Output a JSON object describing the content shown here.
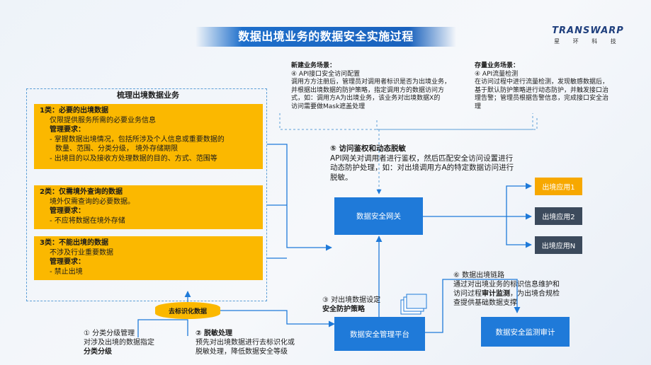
{
  "title": "数据出境业务的数据安全实施过程",
  "logo": {
    "wordmark": "TRANSWARP",
    "sub": "星 环 科 技"
  },
  "left_panel": {
    "header": "梳理出境数据业务",
    "categories": [
      {
        "title": "1类：必要的出境数据",
        "desc": "仅限提供服务所需的必要业务信息",
        "req_label": "管理要求：",
        "items": [
          "- 掌握数据出境情况，包括所涉及个人信息或重要数据的",
          "数量、范围、分类分级， 境外存储期限",
          "- 出境目的以及接收方处理数据的目的、方式、范围等"
        ]
      },
      {
        "title": "2类：仅需境外查询的数据",
        "desc": "境外仅需查询的必要数据。",
        "req_label": "管理要求：",
        "items": [
          "- 不应将数据在境外存储"
        ]
      },
      {
        "title": "3类：不能出境的数据",
        "desc": "不涉及行业重要数据",
        "req_label": "管理要求：",
        "items": [
          "- 禁止出境"
        ]
      }
    ]
  },
  "scene_new": {
    "title": "新建业务场景：",
    "step": "④ API接口安全访问配置",
    "lines": [
      "调用方方注册后，管理员对调用者标识是否为出境业务，",
      "并根据出境数据的防护策略，指定调用方的数据访问方",
      "式，如：调用方A为出境业务，该业务对出境数据X的",
      "访问需要做Mask遮盖处理"
    ]
  },
  "scene_existing": {
    "title": "存量业务场景：",
    "step": "④ API流量检测",
    "lines": [
      "在访问过程中进行流量检测，发现敏感数据后，",
      "基于默认防护策略进行动态防护，并触发接口治",
      "理告警；管理员根据告警信息，完成接口安全治",
      "理"
    ]
  },
  "step5": {
    "title": "⑤ 访问鉴权和动态脱敏",
    "lines": [
      "API网关对调用者进行鉴权，然后匹配安全访问设置进行",
      "动态防护处理，如：对出境调用方A的特定数据访问进行",
      "脱敏。"
    ]
  },
  "gateway": "数据安全网关",
  "apps": [
    "出境应用1",
    "出境应用2",
    "出境应用N"
  ],
  "colors": {
    "gateway": "#1f7ad9",
    "app_primary": "#f7a800",
    "app_gray": "#3c4a5c",
    "category": "#fbb800"
  },
  "step6": {
    "title": "⑥ 数据出境链路",
    "line1": "通过对出境业务的标识信息维护和",
    "line2_pre": "访问过程",
    "line2_bold": "审计监测",
    "line2_post": "，为出境合规检",
    "line3": "查提供基础数据支撑"
  },
  "audit": "数据安全监测审计",
  "platform": "数据安全管理平台",
  "step3": {
    "line1": "③ 对出境数据设定",
    "line2": "安全防护策略"
  },
  "db_label": "去标识化数据",
  "step1": {
    "line1": "① 分类分级管理",
    "line2": "对涉及出境的数据指定",
    "line3": "分类分级"
  },
  "step2": {
    "line1": "② 脱敏处理",
    "line2": "预先对出境数据进行去标识化或",
    "line3": "脱敏处理，降低数据安全等级"
  }
}
